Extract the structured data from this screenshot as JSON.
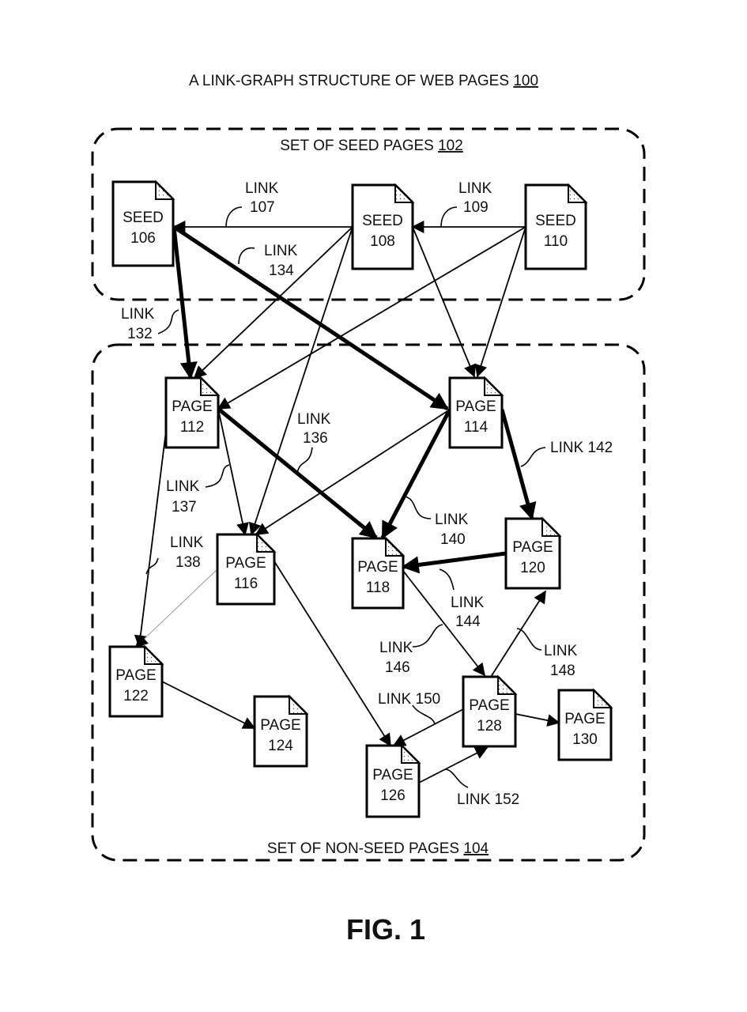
{
  "title": {
    "text": "A LINK-GRAPH STRUCTURE OF WEB PAGES ",
    "ref": "100"
  },
  "figure_label": "FIG. 1",
  "groups": [
    {
      "id": "seed",
      "label": "SET OF SEED PAGES ",
      "ref": "102"
    },
    {
      "id": "nonseed",
      "label": "SET OF NON-SEED PAGES ",
      "ref": "104"
    }
  ],
  "nodes": [
    {
      "id": "106",
      "kind": "SEED",
      "num": "106",
      "group": "seed"
    },
    {
      "id": "108",
      "kind": "SEED",
      "num": "108",
      "group": "seed"
    },
    {
      "id": "110",
      "kind": "SEED",
      "num": "110",
      "group": "seed"
    },
    {
      "id": "112",
      "kind": "PAGE",
      "num": "112",
      "group": "nonseed"
    },
    {
      "id": "114",
      "kind": "PAGE",
      "num": "114",
      "group": "nonseed"
    },
    {
      "id": "116",
      "kind": "PAGE",
      "num": "116",
      "group": "nonseed"
    },
    {
      "id": "118",
      "kind": "PAGE",
      "num": "118",
      "group": "nonseed"
    },
    {
      "id": "120",
      "kind": "PAGE",
      "num": "120",
      "group": "nonseed"
    },
    {
      "id": "122",
      "kind": "PAGE",
      "num": "122",
      "group": "nonseed"
    },
    {
      "id": "124",
      "kind": "PAGE",
      "num": "124",
      "group": "nonseed"
    },
    {
      "id": "126",
      "kind": "PAGE",
      "num": "126",
      "group": "nonseed"
    },
    {
      "id": "128",
      "kind": "PAGE",
      "num": "128",
      "group": "nonseed"
    },
    {
      "id": "130",
      "kind": "PAGE",
      "num": "130",
      "group": "nonseed"
    }
  ],
  "edges": [
    {
      "from": "108",
      "to": "106",
      "weight": "thin",
      "label": "LINK 107"
    },
    {
      "from": "110",
      "to": "108",
      "weight": "thin",
      "label": "LINK 109"
    },
    {
      "from": "106",
      "to": "112",
      "weight": "bold",
      "label": "LINK 132"
    },
    {
      "from": "106",
      "to": "114",
      "weight": "bold",
      "label": "LINK 134"
    },
    {
      "from": "108",
      "to": "112",
      "weight": "thin",
      "label": ""
    },
    {
      "from": "108",
      "to": "116",
      "weight": "thin",
      "label": ""
    },
    {
      "from": "108",
      "to": "114",
      "weight": "thin",
      "label": ""
    },
    {
      "from": "110",
      "to": "112",
      "weight": "thin",
      "label": ""
    },
    {
      "from": "110",
      "to": "114",
      "weight": "thin",
      "label": ""
    },
    {
      "from": "112",
      "to": "118",
      "weight": "bold",
      "label": "LINK 136"
    },
    {
      "from": "112",
      "to": "116",
      "weight": "thin",
      "label": "LINK 137"
    },
    {
      "from": "112",
      "to": "122",
      "weight": "thin",
      "label": "LINK 138"
    },
    {
      "from": "114",
      "to": "116",
      "weight": "thin",
      "label": ""
    },
    {
      "from": "114",
      "to": "118",
      "weight": "bold",
      "label": "LINK 140"
    },
    {
      "from": "114",
      "to": "120",
      "weight": "bold",
      "label": "LINK 142"
    },
    {
      "from": "120",
      "to": "118",
      "weight": "bold",
      "label": "LINK 144"
    },
    {
      "from": "118",
      "to": "128",
      "weight": "thin",
      "label": "LINK 146"
    },
    {
      "from": "128",
      "to": "120",
      "weight": "thin",
      "label": "LINK 148"
    },
    {
      "from": "128",
      "to": "126",
      "weight": "thin",
      "label": "LINK 150"
    },
    {
      "from": "126",
      "to": "128",
      "weight": "thin",
      "label": "LINK 152"
    },
    {
      "from": "116",
      "to": "122",
      "weight": "faint",
      "label": ""
    },
    {
      "from": "116",
      "to": "126",
      "weight": "thin",
      "label": ""
    },
    {
      "from": "122",
      "to": "124",
      "weight": "thin",
      "label": ""
    },
    {
      "from": "128",
      "to": "130",
      "weight": "thin",
      "label": ""
    }
  ],
  "link_labels": [
    {
      "id": "107",
      "line1": "LINK",
      "line2": "107"
    },
    {
      "id": "109",
      "line1": "LINK",
      "line2": "109"
    },
    {
      "id": "132",
      "line1": "LINK",
      "line2": "132"
    },
    {
      "id": "134",
      "line1": "LINK",
      "line2": "134"
    },
    {
      "id": "136",
      "line1": "LINK",
      "line2": "136"
    },
    {
      "id": "137",
      "line1": "LINK",
      "line2": "137"
    },
    {
      "id": "138",
      "line1": "LINK",
      "line2": "138"
    },
    {
      "id": "140",
      "line1": "LINK",
      "line2": "140"
    },
    {
      "id": "142",
      "line1": "LINK 142",
      "line2": ""
    },
    {
      "id": "144",
      "line1": "LINK",
      "line2": "144"
    },
    {
      "id": "146",
      "line1": "LINK",
      "line2": "146"
    },
    {
      "id": "148",
      "line1": "LINK",
      "line2": "148"
    },
    {
      "id": "150",
      "line1": "LINK 150",
      "line2": ""
    },
    {
      "id": "152",
      "line1": "LINK 152",
      "line2": ""
    }
  ]
}
